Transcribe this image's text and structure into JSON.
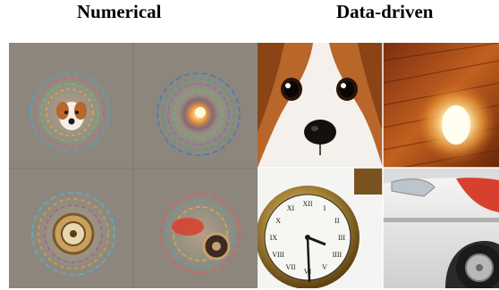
{
  "headings": {
    "numerical": "Numerical",
    "data_driven": "Data-driven"
  },
  "colors": {
    "gray_background": "#8c867d",
    "dog_fur": "#b8662a",
    "dog_white": "#f4f1ec",
    "lamp_wood": "#b2521d",
    "clock_gold": "#a8843a",
    "car_red": "#d8402e"
  },
  "numerical_panel": {
    "cells": [
      {
        "depicts": "dog-face-synthesized"
      },
      {
        "depicts": "lamp-synthesized"
      },
      {
        "depicts": "clock-synthesized"
      },
      {
        "depicts": "car-wheel-synthesized"
      }
    ]
  },
  "data_driven_panel": {
    "cells": [
      {
        "depicts": "dog-photo"
      },
      {
        "depicts": "lamp-photo"
      },
      {
        "depicts": "clock-photo"
      },
      {
        "depicts": "car-photo"
      }
    ]
  },
  "clock_numerals": [
    "XII",
    "I",
    "II",
    "III",
    "IIII",
    "V",
    "VI",
    "VII",
    "VIII",
    "IX",
    "X",
    "XI"
  ]
}
